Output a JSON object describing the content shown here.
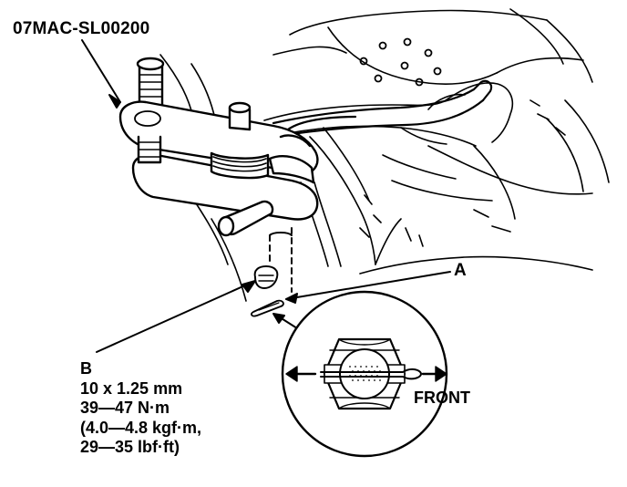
{
  "diagram": {
    "tool_label": "07MAC-SL00200",
    "callout_a": "A",
    "front_label": "FRONT",
    "spec": {
      "letter": "B",
      "size": "10 x 1.25 mm",
      "torque_nm": "39—47 N·m",
      "torque_kgfm": "(4.0—4.8 kgf·m,",
      "torque_lbfft": "29—35 lbf·ft)"
    }
  },
  "colors": {
    "ink": "#000000",
    "paper": "#ffffff"
  }
}
